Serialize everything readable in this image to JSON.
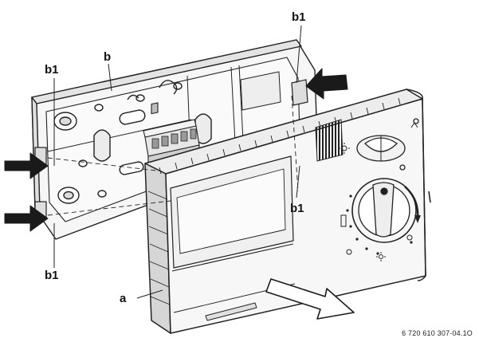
{
  "labels": {
    "a": "a",
    "b": "b",
    "b1_top_left": "b1",
    "b1_top_right": "b1",
    "b1_bottom_left": "b1",
    "b1_middle": "b1"
  },
  "figure_code": "6 720 610 307-04.1O",
  "colors": {
    "line": "#222222",
    "fill_light": "#f2f2f2",
    "fill_mid": "#d8d8d8",
    "arrow": "#1a1a1a"
  }
}
